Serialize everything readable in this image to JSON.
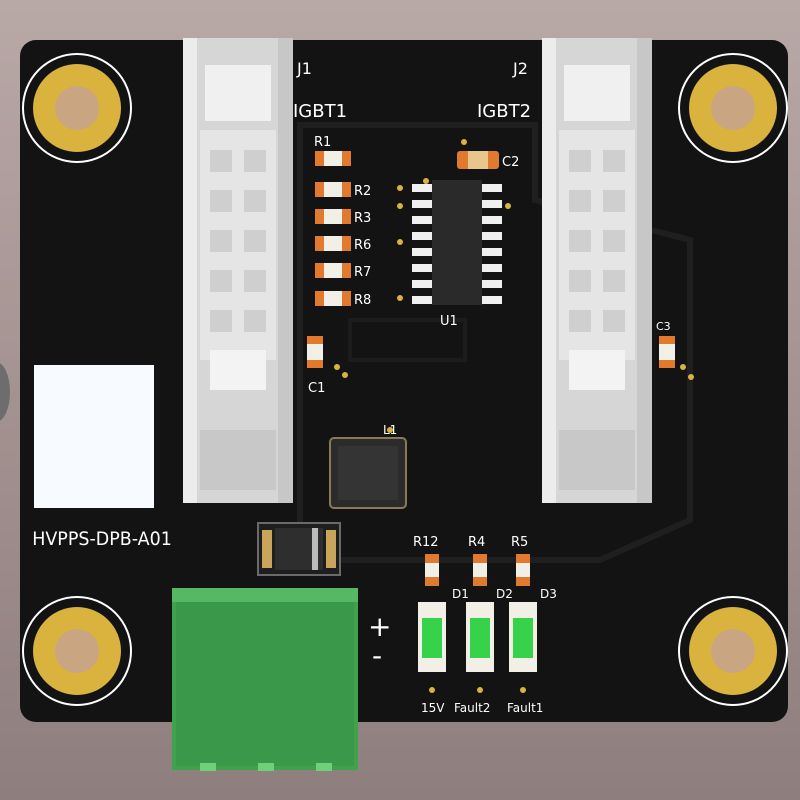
{
  "board": {
    "name": "HVPPS-DPB-A01",
    "polarity_plus": "+",
    "polarity_minus": "-"
  },
  "connectors": [
    {
      "ref": "J1",
      "label": "IGBT1"
    },
    {
      "ref": "J2",
      "label": "IGBT2"
    }
  ],
  "ic": {
    "ref": "U1"
  },
  "inductor": {
    "ref": "L1"
  },
  "resistors": [
    {
      "ref": "R1"
    },
    {
      "ref": "R2"
    },
    {
      "ref": "R3"
    },
    {
      "ref": "R6"
    },
    {
      "ref": "R7"
    },
    {
      "ref": "R8"
    }
  ],
  "capacitors": [
    {
      "ref": "C2"
    },
    {
      "ref": "C1"
    },
    {
      "ref": "C3"
    }
  ],
  "led_resistors": [
    {
      "ref": "R12"
    },
    {
      "ref": "R4"
    },
    {
      "ref": "R5"
    }
  ],
  "leds": [
    {
      "ref": "D1",
      "label": "15V"
    },
    {
      "ref": "D2",
      "label": "Fault2"
    },
    {
      "ref": "D3",
      "label": "Fault1"
    }
  ],
  "colors": {
    "board": "#121212",
    "pad_gold": "#d9b33e",
    "connector_white": "#e4e4e4",
    "terminal_green": "#3fa34d",
    "led_green": "#36d24a",
    "resistor_orange": "#e1792e"
  },
  "icons": [
    "mounting-hole-icon",
    "idc-header-icon",
    "smd-resistor-icon",
    "soic-ic-icon",
    "terminal-block-icon"
  ]
}
